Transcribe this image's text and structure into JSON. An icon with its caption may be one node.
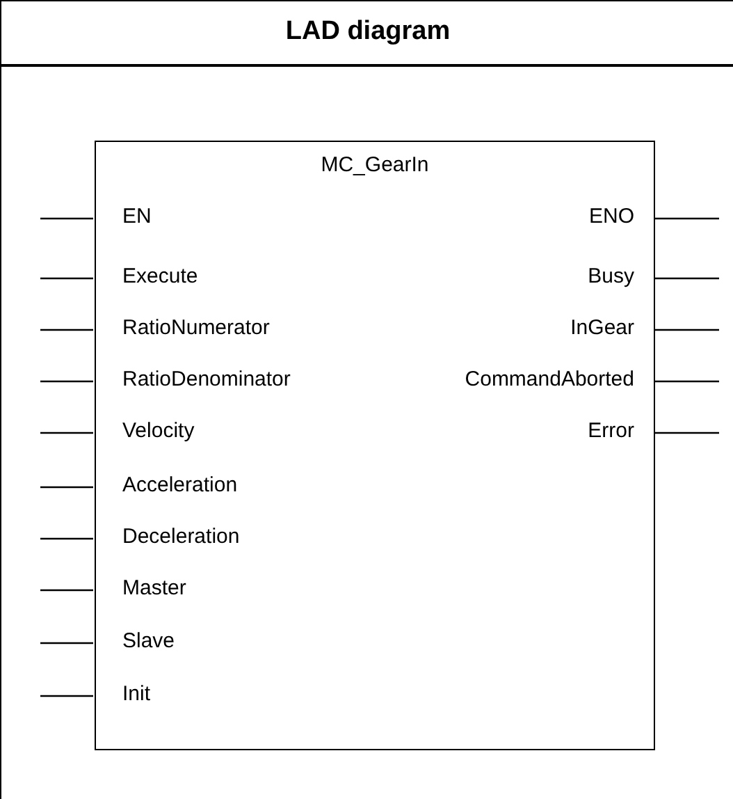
{
  "diagram": {
    "nodes": [
      {
        "text": [
          "LAD diagram"
        ]
      },
      {
        "text": [
          "MC_GearIn",
          "EN",
          "Execute",
          "RatioNumerator",
          "RatioDenominator",
          "Velocity",
          "Acceleration",
          "Deceleration",
          "Master",
          "Slave",
          "Init",
          "ENO",
          "Busy",
          "InGear",
          "CommandAborted",
          "Error"
        ],
        "in": 0
      }
    ],
    "edges": [
      {
        "from": null,
        "to": 1,
        "arrow": "none"
      },
      {
        "from": null,
        "to": 1,
        "arrow": "none"
      },
      {
        "from": null,
        "to": 1,
        "arrow": "none"
      },
      {
        "from": null,
        "to": 1,
        "arrow": "none"
      },
      {
        "from": null,
        "to": 1,
        "arrow": "none"
      },
      {
        "from": null,
        "to": 1,
        "arrow": "none"
      },
      {
        "from": null,
        "to": 1,
        "arrow": "none"
      },
      {
        "from": null,
        "to": 1,
        "arrow": "none"
      },
      {
        "from": null,
        "to": 1,
        "arrow": "none"
      },
      {
        "from": null,
        "to": 1,
        "arrow": "none"
      },
      {
        "from": 1,
        "to": null,
        "arrow": "none"
      },
      {
        "from": 1,
        "to": null,
        "arrow": "none"
      },
      {
        "from": 1,
        "to": null,
        "arrow": "none"
      },
      {
        "from": 1,
        "to": null,
        "arrow": "none"
      },
      {
        "from": 1,
        "to": null,
        "arrow": "none"
      }
    ]
  }
}
